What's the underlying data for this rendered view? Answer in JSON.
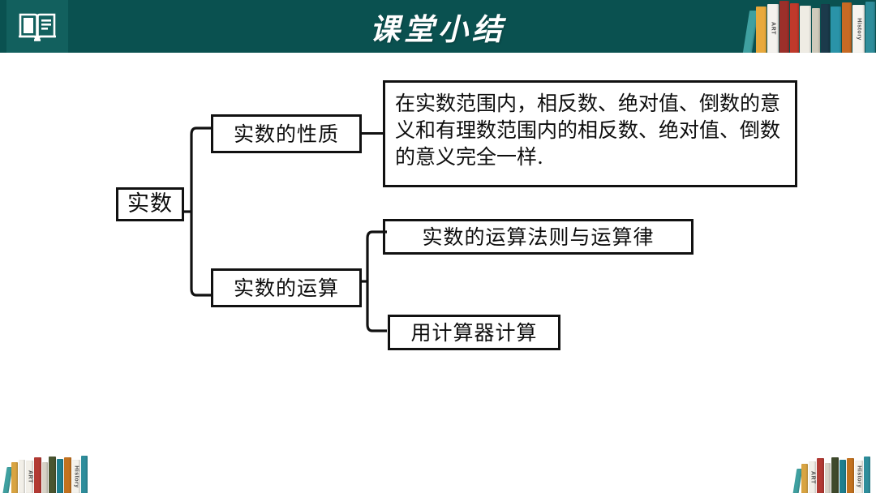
{
  "slide": {
    "title": "课堂小结",
    "background_color": "#ffffff"
  },
  "header": {
    "title": "课堂小结",
    "bar_color": "#0a5150",
    "icon_pad_color": "#12605e",
    "title_color": "#ffffff",
    "icon_name": "open-book-icon"
  },
  "decorations": {
    "top_right_books": [
      {
        "label": "",
        "color": "#3fa0a0",
        "width": 11,
        "height": 52,
        "skew": true
      },
      {
        "label": "",
        "color": "#e8a93c",
        "width": 13,
        "height": 57
      },
      {
        "label": "ART",
        "color": "#f4f2ee",
        "width": 14,
        "height": 60
      },
      {
        "label": "",
        "color": "#9c2f2a",
        "width": 12,
        "height": 64
      },
      {
        "label": "",
        "color": "#c0392b",
        "width": 11,
        "height": 61
      },
      {
        "label": "",
        "color": "#efece4",
        "width": 14,
        "height": 58
      },
      {
        "label": "",
        "color": "#cfcabb",
        "width": 10,
        "height": 55
      },
      {
        "label": "",
        "color": "#1b3a4b",
        "width": 11,
        "height": 60
      },
      {
        "label": "",
        "color": "#2a93a8",
        "width": 13,
        "height": 57
      },
      {
        "label": "",
        "color": "#c76a24",
        "width": 12,
        "height": 62
      },
      {
        "label": "History",
        "color": "#f6f4ef",
        "width": 15,
        "height": 59
      },
      {
        "label": "",
        "color": "#2f8d9b",
        "width": 12,
        "height": 63
      }
    ],
    "bottom_left_books": [
      {
        "label": "",
        "color": "#3fa0a0",
        "width": 7,
        "height": 32,
        "skew": true
      },
      {
        "label": "",
        "color": "#d9a441",
        "width": 8,
        "height": 38
      },
      {
        "label": "",
        "color": "#f2efe8",
        "width": 8,
        "height": 41
      },
      {
        "label": "ART",
        "color": "#f2efe8",
        "width": 9,
        "height": 40
      },
      {
        "label": "",
        "color": "#b23a33",
        "width": 9,
        "height": 44
      },
      {
        "label": "",
        "color": "#d7d2c6",
        "width": 7,
        "height": 38
      },
      {
        "label": "",
        "color": "#4a5530",
        "width": 9,
        "height": 45
      },
      {
        "label": "",
        "color": "#1e7f8f",
        "width": 8,
        "height": 42
      },
      {
        "label": "",
        "color": "#c2721f",
        "width": 9,
        "height": 44
      },
      {
        "label": "History",
        "color": "#f4f2ec",
        "width": 10,
        "height": 41
      },
      {
        "label": "",
        "color": "#2e8d9b",
        "width": 8,
        "height": 46
      }
    ],
    "bottom_right_books": [
      {
        "label": "",
        "color": "#3fa0a0",
        "width": 7,
        "height": 30,
        "skew": true
      },
      {
        "label": "",
        "color": "#d9a441",
        "width": 8,
        "height": 36
      },
      {
        "label": "ART",
        "color": "#f2efe8",
        "width": 9,
        "height": 39
      },
      {
        "label": "",
        "color": "#b23a33",
        "width": 9,
        "height": 43
      },
      {
        "label": "",
        "color": "#d7d2c6",
        "width": 7,
        "height": 37
      },
      {
        "label": "",
        "color": "#3f4a2c",
        "width": 9,
        "height": 44
      },
      {
        "label": "",
        "color": "#1e7f8f",
        "width": 8,
        "height": 41
      },
      {
        "label": "",
        "color": "#c2721f",
        "width": 9,
        "height": 43
      },
      {
        "label": "History",
        "color": "#f4f2ec",
        "width": 10,
        "height": 40
      },
      {
        "label": "",
        "color": "#2e8d9b",
        "width": 8,
        "height": 45
      }
    ]
  },
  "diagram": {
    "root": "实数",
    "branch_properties": "实数的性质",
    "branch_operations": "实数的运算",
    "properties_detail": "在实数范围内，相反数、绝对值、倒数的意义和有理数范围内的相反数、绝对值、倒数的意义完全一样.",
    "operation_rules": "实数的运算法则与运算律",
    "calculator": "用计算器计算",
    "line_color": "#111111"
  }
}
